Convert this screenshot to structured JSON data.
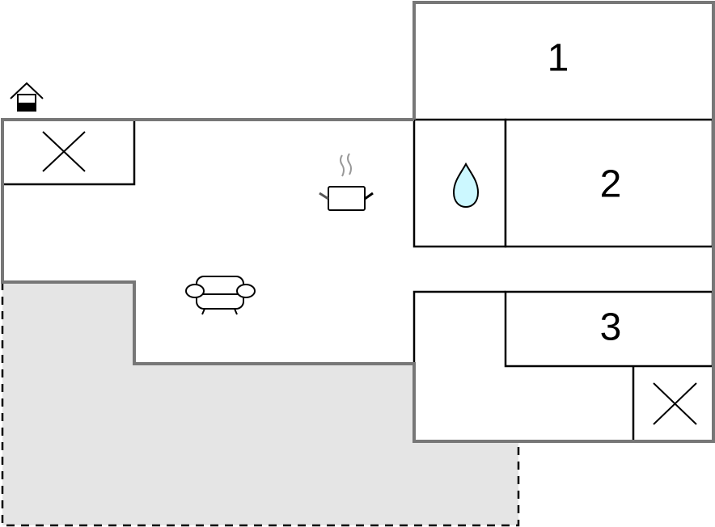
{
  "floorplan": {
    "colors": {
      "outer_wall": "#777777",
      "inner_wall": "#000000",
      "terrace_fill": "#e5e5e5",
      "terrace_border": "#000000",
      "water_drop": "#ccf8ff",
      "background": "#ffffff"
    },
    "rooms": [
      {
        "id": "bedroom-1",
        "label": "1"
      },
      {
        "id": "bedroom-2",
        "label": "2"
      },
      {
        "id": "bedroom-3",
        "label": "3"
      }
    ],
    "icons": [
      {
        "name": "entrance-icon",
        "meaning": "entrance"
      },
      {
        "name": "kitchen-pot-icon",
        "meaning": "kitchen"
      },
      {
        "name": "sofa-icon",
        "meaning": "living room"
      },
      {
        "name": "water-drop-icon",
        "meaning": "bathroom"
      },
      {
        "name": "cross-icon",
        "meaning": "storage / technical room"
      }
    ],
    "areas": {
      "terrace": "terrace",
      "living": "living/kitchen area"
    }
  }
}
